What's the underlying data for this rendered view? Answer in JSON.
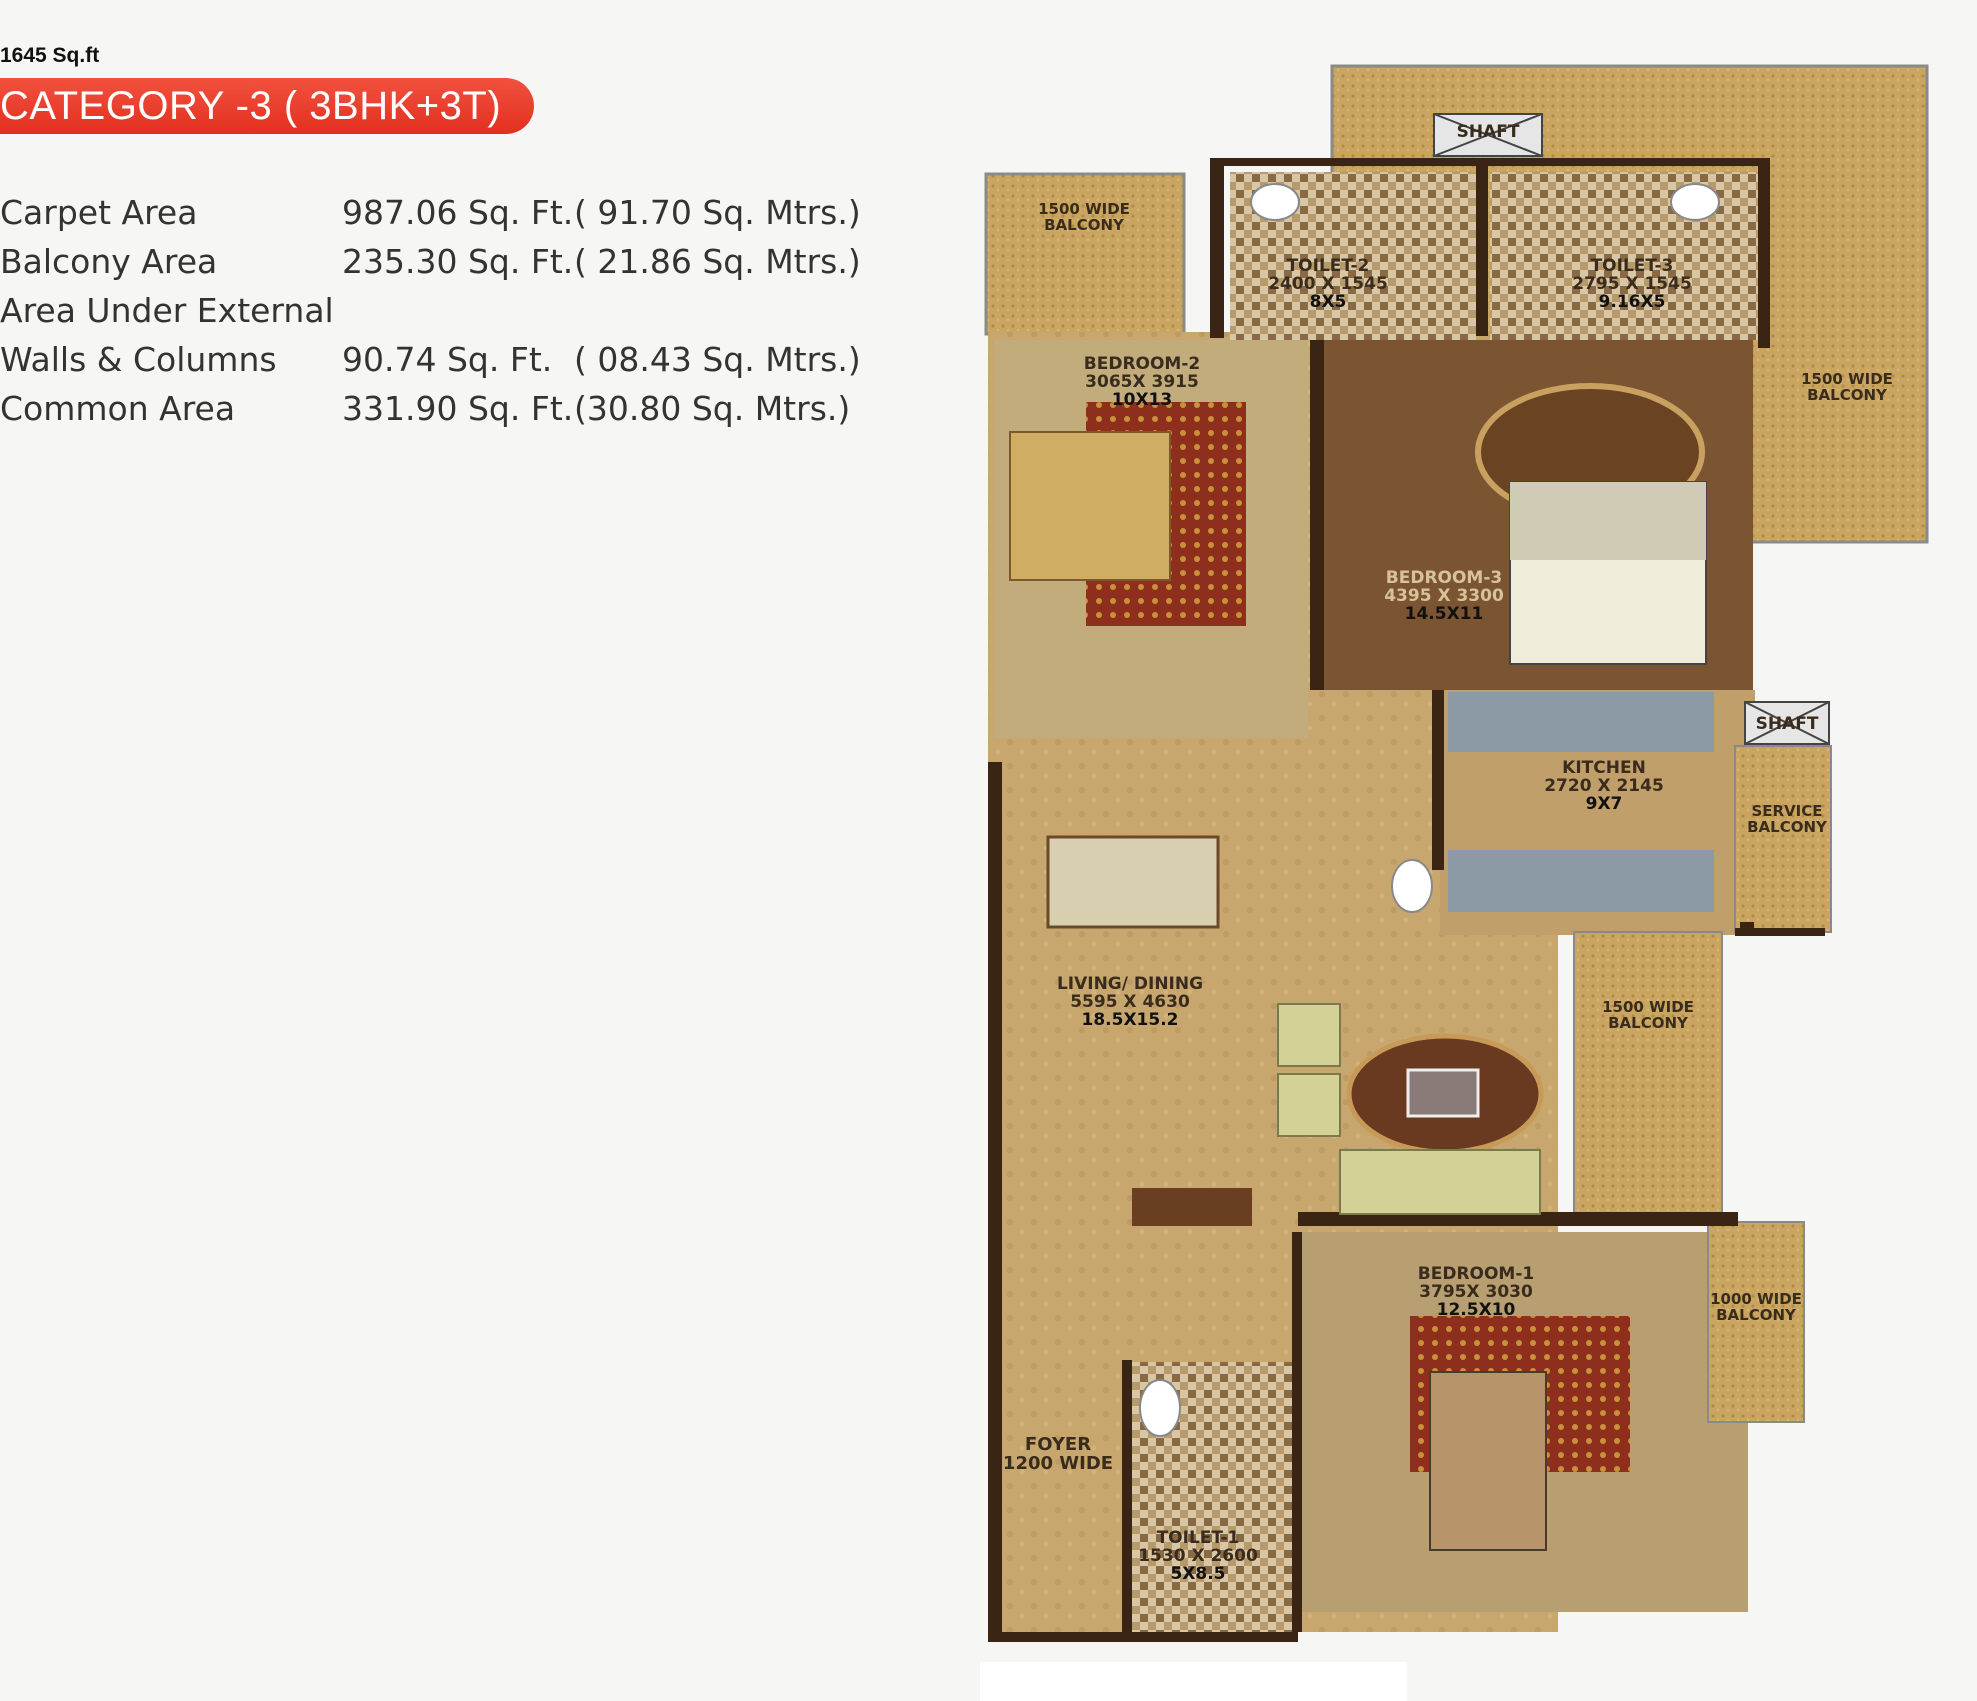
{
  "header": {
    "size_note": "1645 Sq.ft",
    "category_title": "CATEGORY -3 ( 3BHK+3T)"
  },
  "areas": [
    {
      "label": "Carpet Area",
      "sqft": "987.06 Sq. Ft.",
      "sqm": "( 91.70 Sq. Mtrs.)"
    },
    {
      "label": "Balcony Area",
      "sqft": "235.30 Sq. Ft.",
      "sqm": "( 21.86 Sq. Mtrs.)"
    },
    {
      "label": "Area Under External",
      "sqft": "",
      "sqm": ""
    },
    {
      "label": "Walls & Columns",
      "sqft": "90.74 Sq. Ft.",
      "sqm": "( 08.43 Sq. Mtrs.)"
    },
    {
      "label": "Common Area",
      "sqft": "331.90 Sq. Ft.",
      "sqm": "(30.80  Sq. Mtrs.)"
    }
  ],
  "rooms": {
    "balcony_top_left": {
      "name": "1500 WIDE",
      "name2": "BALCONY"
    },
    "shaft_top": {
      "name": "SHAFT"
    },
    "toilet2": {
      "name": "TOILET-2",
      "dims": "2400 X 1545",
      "feet": "8X5"
    },
    "toilet3": {
      "name": "TOILET-3",
      "dims": "2795 X 1545",
      "feet": "9.16X5"
    },
    "balcony_right_top": {
      "name": "1500 WIDE",
      "name2": "BALCONY"
    },
    "bedroom2": {
      "name": "BEDROOM-2",
      "dims": "3065X 3915",
      "feet": "10X13"
    },
    "bedroom3": {
      "name": "BEDROOM-3",
      "dims": "4395 X 3300",
      "feet": "14.5X11"
    },
    "shaft_kitchen": {
      "name": "SHAFT"
    },
    "kitchen": {
      "name": "KITCHEN",
      "dims": "2720 X 2145",
      "feet": "9X7"
    },
    "service_balcony": {
      "name": "SERVICE",
      "name2": "BALCONY"
    },
    "living": {
      "name": "LIVING/ DINING",
      "dims": "5595 X 4630",
      "feet": "18.5X15.2"
    },
    "balcony_mid_right": {
      "name": "1500 WIDE",
      "name2": "BALCONY"
    },
    "bedroom1": {
      "name": "BEDROOM-1",
      "dims": "3795X 3030",
      "feet": "12.5X10"
    },
    "balcony_1000": {
      "name": "1000 WIDE",
      "name2": "BALCONY"
    },
    "foyer": {
      "name": "FOYER",
      "name2": "1200 WIDE"
    },
    "toilet1": {
      "name": "TOILET-1",
      "dims": "1530 X 2600",
      "feet": "5X8.5"
    }
  }
}
